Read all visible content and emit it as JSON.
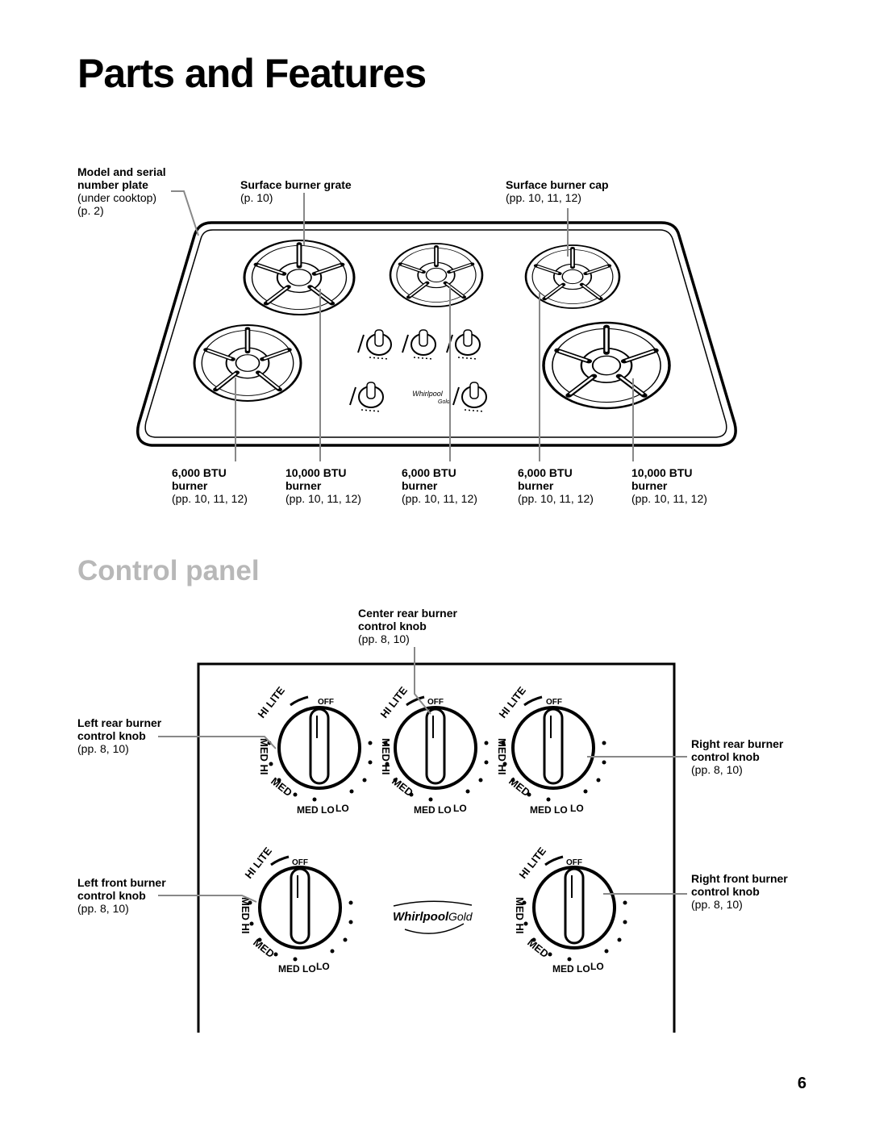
{
  "page": {
    "title": "Parts and Features",
    "subtitle": "Control panel",
    "page_number": "6"
  },
  "cooktop": {
    "labels": {
      "model_plate": {
        "title1": "Model and serial",
        "title2": "number plate",
        "detail1": "(under cooktop)",
        "detail2": "(p. 2)"
      },
      "grate": {
        "title": "Surface burner grate",
        "detail": "(p. 10)"
      },
      "cap": {
        "title": "Surface burner cap",
        "detail": "(pp. 10, 11, 12)"
      }
    },
    "burners": [
      {
        "btu": "6,000 BTU",
        "name": "burner",
        "pages": "(pp. 10, 11, 12)"
      },
      {
        "btu": "10,000 BTU",
        "name": "burner",
        "pages": "(pp. 10, 11, 12)"
      },
      {
        "btu": "6,000 BTU",
        "name": "burner",
        "pages": "(pp. 10, 11, 12)"
      },
      {
        "btu": "6,000 BTU",
        "name": "burner",
        "pages": "(pp. 10, 11, 12)"
      },
      {
        "btu": "10,000 BTU",
        "name": "burner",
        "pages": "(pp. 10, 11, 12)"
      }
    ]
  },
  "control_panel": {
    "knobs": {
      "center_rear": {
        "title1": "Center rear burner",
        "title2": "control knob",
        "pages": "(pp. 8, 10)"
      },
      "left_rear": {
        "title1": "Left rear burner",
        "title2": "control knob",
        "pages": "(pp. 8, 10)"
      },
      "right_rear": {
        "title1": "Right rear burner",
        "title2": "control knob",
        "pages": "(pp. 8, 10)"
      },
      "left_front": {
        "title1": "Left front burner",
        "title2": "control knob",
        "pages": "(pp. 8, 10)"
      },
      "right_front": {
        "title1": "Right front burner",
        "title2": "control knob",
        "pages": "(pp. 8, 10)"
      }
    },
    "dial_markings": [
      "OFF",
      "HI LITE",
      "MED HI",
      "MED",
      "MED LO",
      "LO"
    ],
    "brand": {
      "name": "Whirlpool",
      "line": "Gold"
    }
  }
}
